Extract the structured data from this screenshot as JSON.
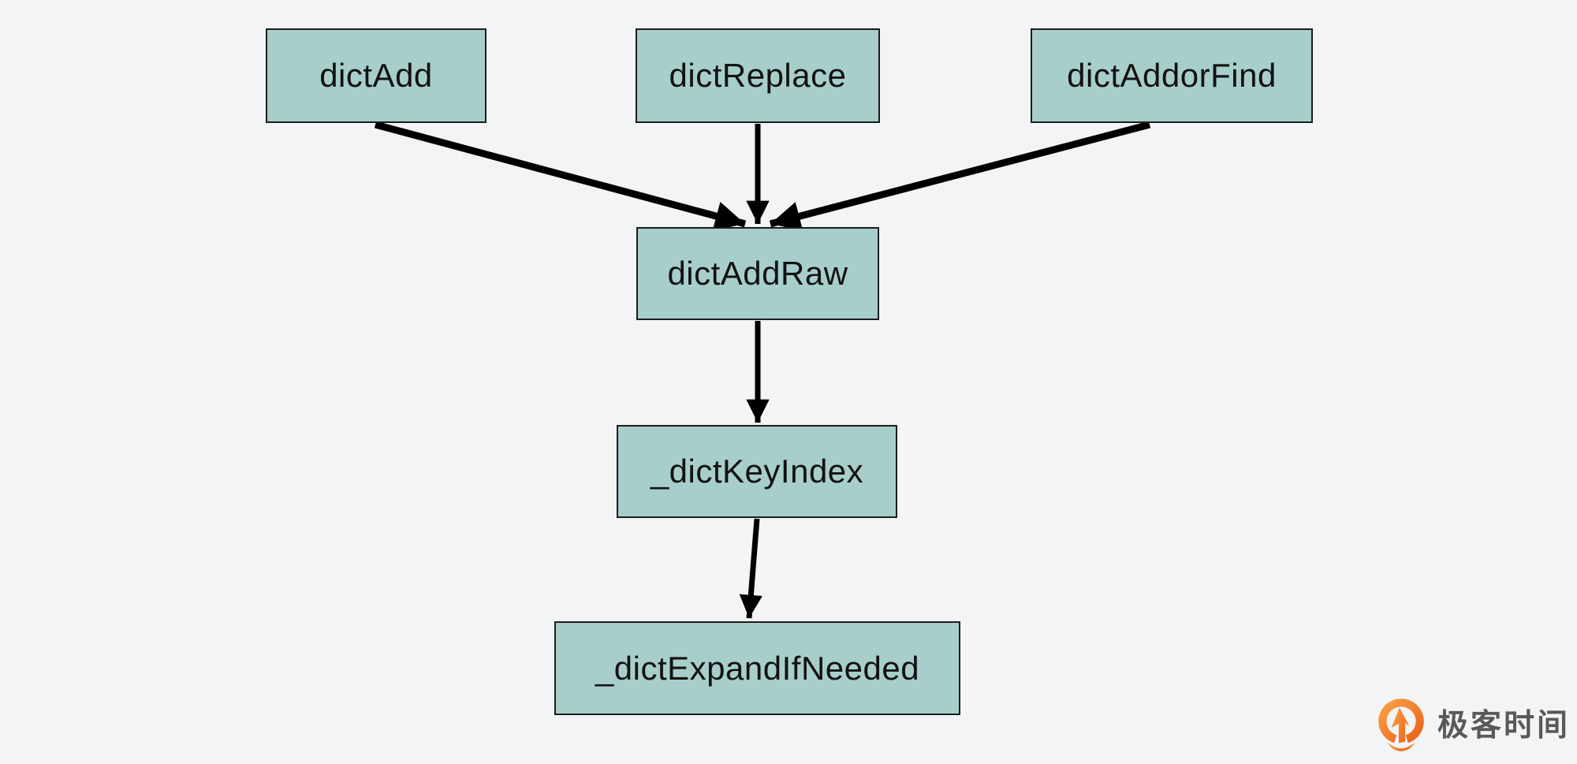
{
  "diagram": {
    "type": "flowchart",
    "nodes": {
      "dictAdd": {
        "label": "dictAdd"
      },
      "dictReplace": {
        "label": "dictReplace"
      },
      "dictAddorFind": {
        "label": "dictAddorFind"
      },
      "dictAddRaw": {
        "label": "dictAddRaw"
      },
      "_dictKeyIndex": {
        "label": "_dictKeyIndex"
      },
      "_dictExpandIfNeeded": {
        "label": "_dictExpandIfNeeded"
      }
    },
    "edges": [
      {
        "from": "dictAdd",
        "to": "dictAddRaw"
      },
      {
        "from": "dictReplace",
        "to": "dictAddRaw"
      },
      {
        "from": "dictAddorFind",
        "to": "dictAddRaw"
      },
      {
        "from": "dictAddRaw",
        "to": "_dictKeyIndex"
      },
      {
        "from": "_dictKeyIndex",
        "to": "_dictExpandIfNeeded"
      }
    ],
    "colors": {
      "node_fill": "#a7cecb",
      "node_border": "#1c1c1c",
      "arrow": "#000000",
      "background": "#f3f4f6"
    }
  },
  "branding": {
    "logo_text": "极客时间",
    "logo_color": "#f26d1f",
    "logo_text_color": "#5a5858"
  }
}
